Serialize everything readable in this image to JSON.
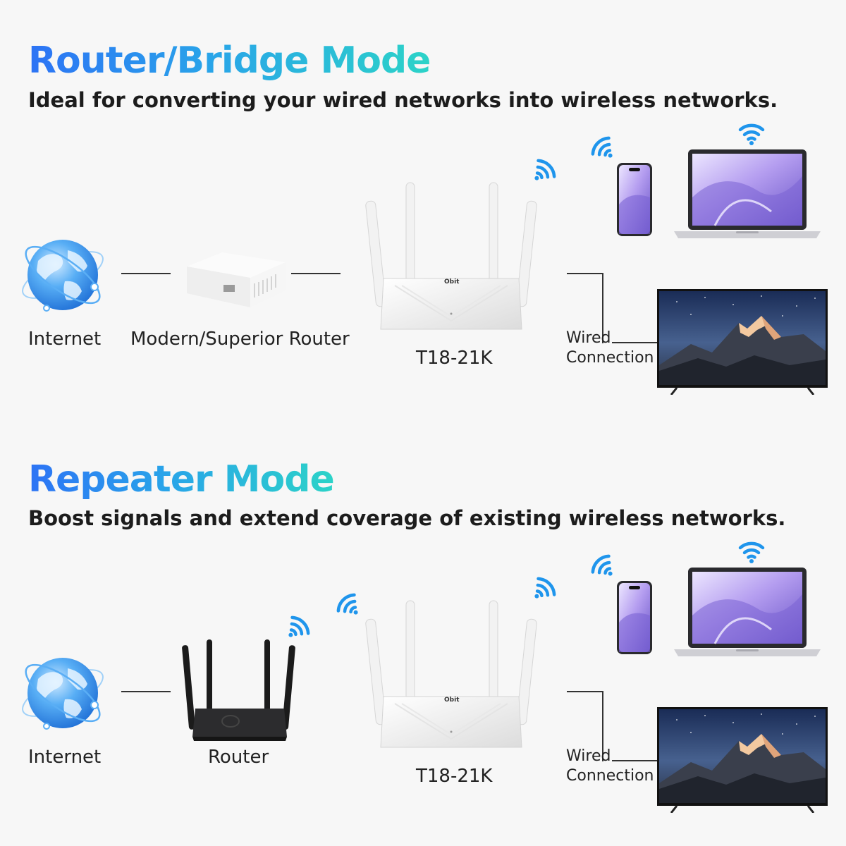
{
  "colors": {
    "title_gradient_start": "#2d73f5",
    "title_gradient_end": "#2cd3c8",
    "wifi_blue": "#1f95ec",
    "background": "#f7f7f7"
  },
  "sections": [
    {
      "title": "Router/Bridge Mode",
      "subtitle": "Ideal for converting your wired networks into wireless networks.",
      "labels": {
        "internet": "Internet",
        "source_device": "Modern/Superior Router",
        "center_device": "T18-21K",
        "wired_line1": "Wired",
        "wired_line2": "Connection"
      },
      "icons": [
        "globe-icon",
        "modem-box-icon",
        "router-white-icon",
        "wifi-icon",
        "smartphone-icon",
        "laptop-icon",
        "tv-icon"
      ]
    },
    {
      "title": "Repeater Mode",
      "subtitle": "Boost signals and extend coverage of existing wireless networks.",
      "labels": {
        "internet": "Internet",
        "source_device": "Router",
        "center_device": "T18-21K",
        "wired_line1": "Wired",
        "wired_line2": "Connection"
      },
      "icons": [
        "globe-icon",
        "router-black-icon",
        "router-white-icon",
        "wifi-icon",
        "smartphone-icon",
        "laptop-icon",
        "tv-icon"
      ]
    }
  ],
  "brand_logo": "Obit"
}
